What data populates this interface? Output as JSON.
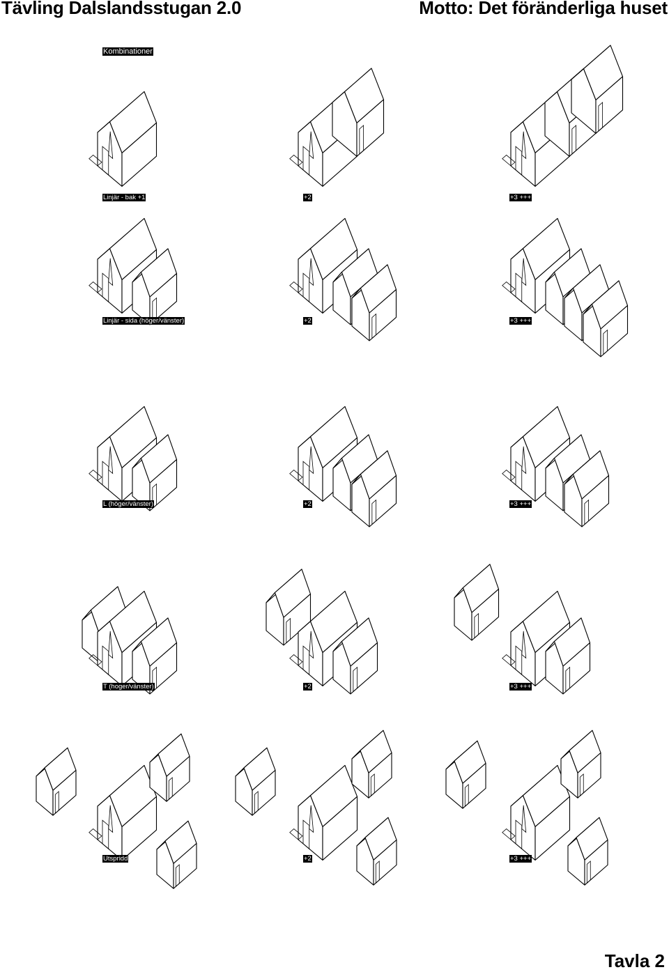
{
  "header": {
    "left_title": "Tävling Dalslandsstugan 2.0",
    "right_title": "Motto: Det föränderliga huset"
  },
  "section_label": "Kombinationer",
  "rows": [
    {
      "name": "linjar-bak",
      "labels": [
        "Linjär - bak +1",
        "+2",
        "+3 +++"
      ]
    },
    {
      "name": "linjar-sida",
      "labels": [
        "Linjär - sida (höger/vänster)",
        "+2",
        "+3 +++"
      ]
    },
    {
      "name": "l-form",
      "labels": [
        "L (höger/vänster)",
        "+2",
        "+3 +++"
      ]
    },
    {
      "name": "t-form",
      "labels": [
        "T (hoger/vänster)",
        "+2",
        "+3 +++"
      ]
    },
    {
      "name": "utspridd",
      "labels": [
        "Utspridd",
        "+2",
        "+3 +++"
      ]
    }
  ],
  "footer": {
    "sheet_label": "Tavla 2"
  }
}
